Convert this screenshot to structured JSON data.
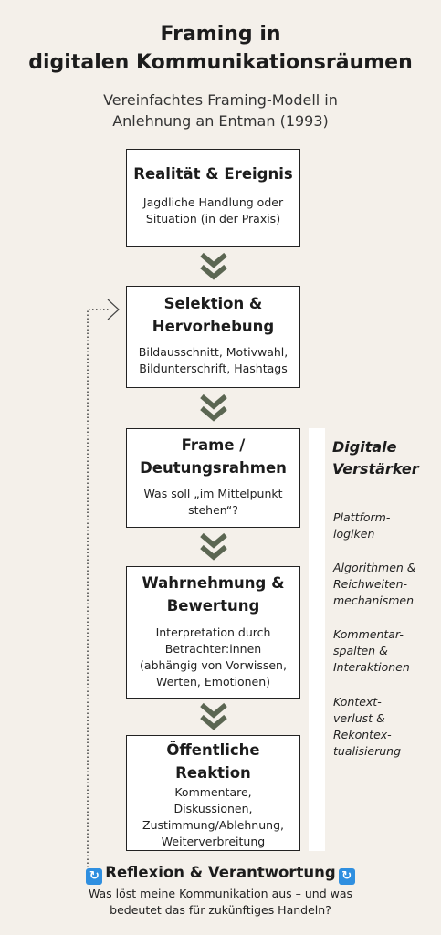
{
  "title": {
    "line1": "Framing in",
    "line2": "digitalen Kommunikationsräumen"
  },
  "subtitle": {
    "line1": "Vereinfachtes Framing-Modell in",
    "line2": "Anlehnung an Entman (1993)"
  },
  "steps": [
    {
      "heading": [
        "Realität & Ereignis"
      ],
      "body": [
        "Jagdliche Handlung oder",
        "Situation (in der Praxis)"
      ]
    },
    {
      "heading": [
        "Selektion &",
        "Hervorhebung"
      ],
      "body": [
        "Bildausschnitt,  Motivwahl,",
        "Bildunterschrift, Hashtags"
      ]
    },
    {
      "heading": [
        "Frame /",
        "Deutungsrahmen"
      ],
      "body": [
        "Was soll „im Mittelpunkt",
        "stehen“?"
      ]
    },
    {
      "heading": [
        "Wahrnehmung &",
        "Bewertung"
      ],
      "body": [
        "Interpretation durch",
        "Betrachter:innen",
        "(abhängig von Vorwissen,",
        "Werten, Emotionen)"
      ]
    },
    {
      "heading": [
        "Öffentliche",
        "Reaktion"
      ],
      "body": [
        "Kommentare,",
        "Diskussionen,",
        "Zustimmung/Ablehnung,",
        "Weiterverbreitung"
      ]
    }
  ],
  "amplifiers": {
    "heading": [
      "Digitale",
      "Verstärker"
    ],
    "items": [
      [
        "Plattform-",
        "logiken"
      ],
      [
        "Algorithmen &",
        "Reichweiten-",
        "mechanismen"
      ],
      [
        "Kommentar-",
        "spalten &",
        "Interaktionen"
      ],
      [
        "Kontext-",
        "verlust &",
        "Rekontex-",
        "tualisierung"
      ]
    ]
  },
  "reflection": {
    "title": "Reflexion & Verantwortung",
    "icon": "refresh-icon",
    "icon_glyph": "🔄",
    "icon_color": "#2f8fe0",
    "text": [
      "Was löst meine Kommunikation aus – und was",
      "bedeutet das für zukünftiges Handeln?"
    ]
  },
  "colors": {
    "background": "#f4f0ea",
    "chevron": "#5b6652",
    "box_border": "#222222"
  }
}
